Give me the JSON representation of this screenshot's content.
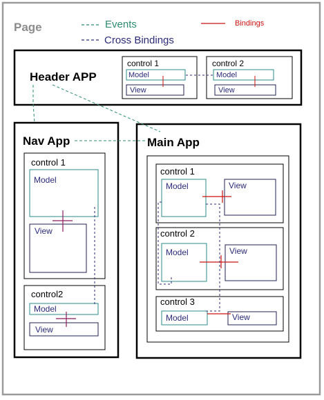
{
  "page": {
    "title": "Page"
  },
  "legend": {
    "events": "Events",
    "cross_bindings": "Cross Bindings",
    "bindings": "Bindings"
  },
  "header_app": {
    "title": "Header APP",
    "controls": [
      {
        "label": "control 1",
        "model": "Model",
        "view": "View"
      },
      {
        "label": "control 2",
        "model": "Model",
        "view": "View"
      }
    ]
  },
  "nav_app": {
    "title": "Nav App",
    "controls": [
      {
        "label": "control 1",
        "model": "Model",
        "view": "View"
      },
      {
        "label": "control2",
        "model": "Model",
        "view": "View"
      }
    ]
  },
  "main_app": {
    "title": "Main App",
    "controls": [
      {
        "label": "control 1",
        "model": "Model",
        "view": "View"
      },
      {
        "label": "control 2",
        "model": "Model",
        "view": "View"
      },
      {
        "label": "control 3",
        "model": "Model",
        "view": "View"
      }
    ]
  },
  "colors": {
    "page_border": "#9a9a9a",
    "page_title": "#8c8c8c",
    "events": "#2e8b72",
    "cross_bindings": "#2b2b7a",
    "bindings": "#cc1111",
    "model_border": "#2a8a8a",
    "view_border": "#1f1f4f",
    "model_text": "#2b2b7a",
    "app_border": "#000000"
  }
}
